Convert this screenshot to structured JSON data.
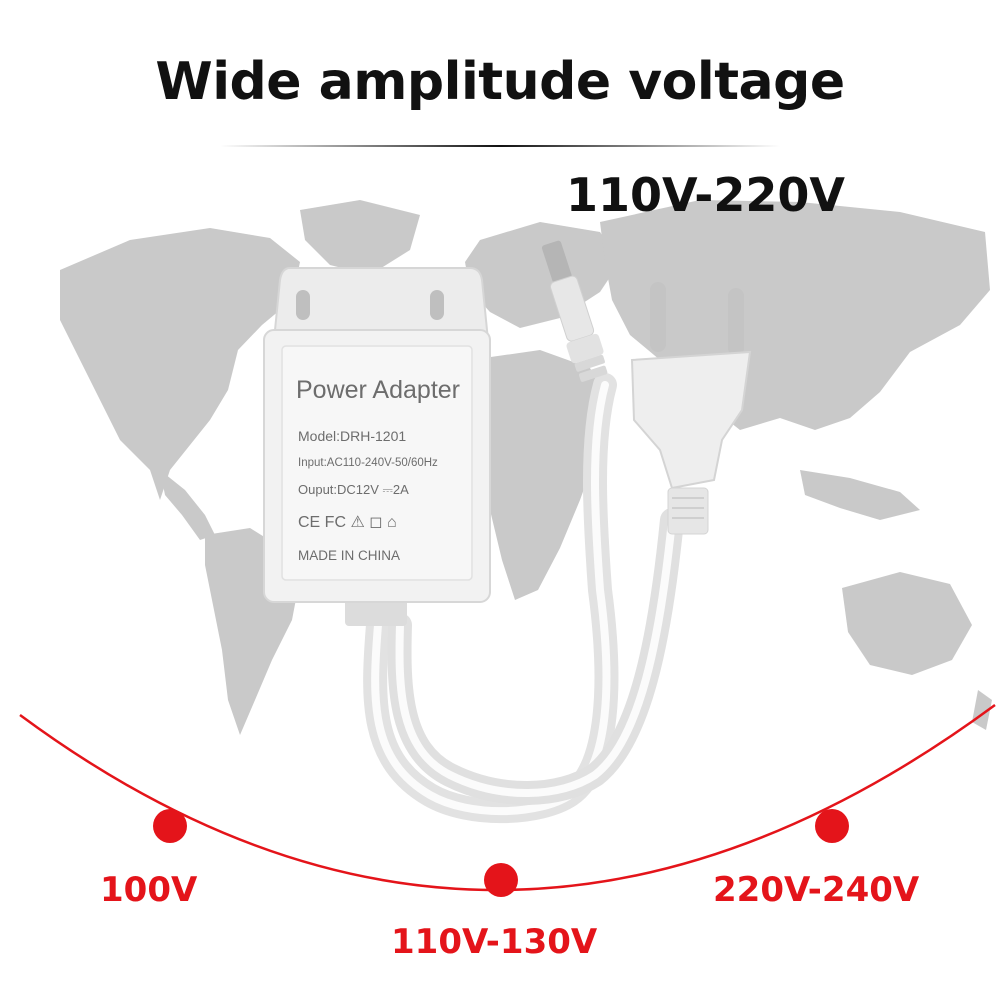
{
  "header": {
    "title": "Wide amplitude voltage",
    "range": "110V-220V"
  },
  "adapter": {
    "name": "Power Adapter",
    "model": "Model:DRH-1201",
    "input": "Input:AC110-240V-50/60Hz",
    "output": "Ouput:DC12V ⎓2A",
    "certifications": "CE FC ⚠ ◻ ⌂",
    "origin": "MADE IN CHINA"
  },
  "voltage_points": [
    {
      "label": "100V"
    },
    {
      "label": "110V-130V"
    },
    {
      "label": "220V-240V"
    }
  ],
  "colors": {
    "accent": "#e4141a",
    "map": "#c9c9c9",
    "adapter": "#f1f1f1",
    "text": "#111111"
  }
}
